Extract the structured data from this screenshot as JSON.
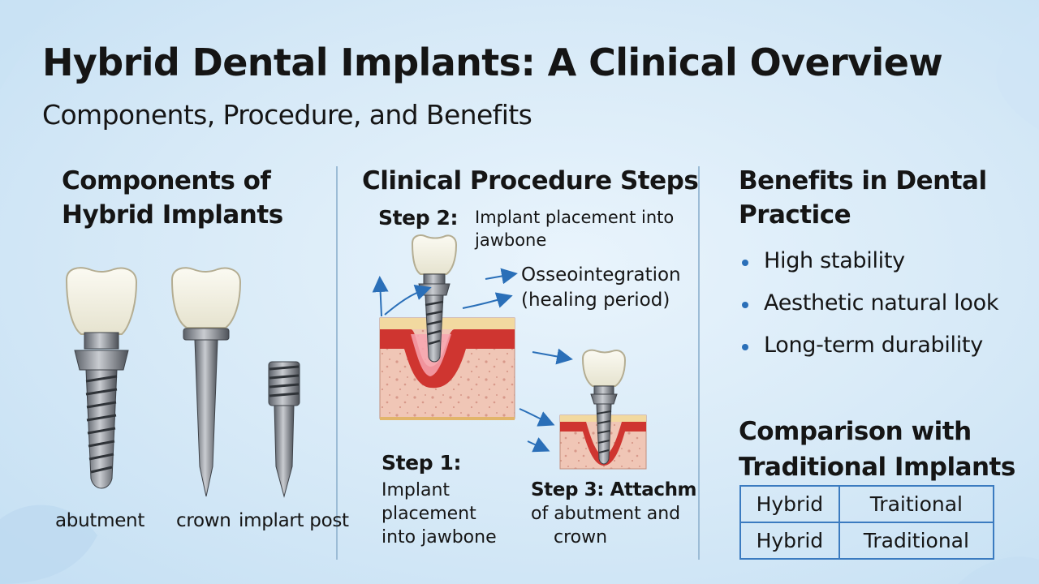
{
  "title": "Hybrid Dental Implants: A Clinical Overview",
  "subtitle": "Components, Procedure, and Benefits",
  "components": {
    "heading_line1": "Components of",
    "heading_line2": "Hybrid Implants",
    "labels": [
      "abutment",
      "crown",
      "implart post"
    ]
  },
  "procedure": {
    "heading": "Clinical Procedure Steps",
    "step2_label": "Step 2:",
    "step2_text_line1": "Implant placement into",
    "step2_text_line2": "jawbone",
    "osseo_line1": "Osseointegration",
    "osseo_line2": "(healing period)",
    "step1_label": "Step 1:",
    "step1_text_line1": "Implant",
    "step1_text_line2": "placement",
    "step1_text_line3": "into jawbone",
    "step3_line1": "Step 3: Attachm",
    "step3_line2": "of abutment and",
    "step3_line3": "crown"
  },
  "benefits": {
    "heading_line1": "Benefits in Dental",
    "heading_line2": "Practice",
    "items": [
      "High stability",
      "Aesthetic natural look",
      "Long-term durability"
    ]
  },
  "comparison": {
    "heading_line1": "Comparison with",
    "heading_line2": "Traditional Implants",
    "rows": [
      [
        "Hybrid",
        "Traitional"
      ],
      [
        "Hybrid",
        "Traditional"
      ]
    ]
  },
  "colors": {
    "accent": "#2a6fb8",
    "table_border": "#3b7bc0",
    "gum": "#cf3530",
    "bone": "#efc4b4",
    "enamel": "#efeee2"
  }
}
